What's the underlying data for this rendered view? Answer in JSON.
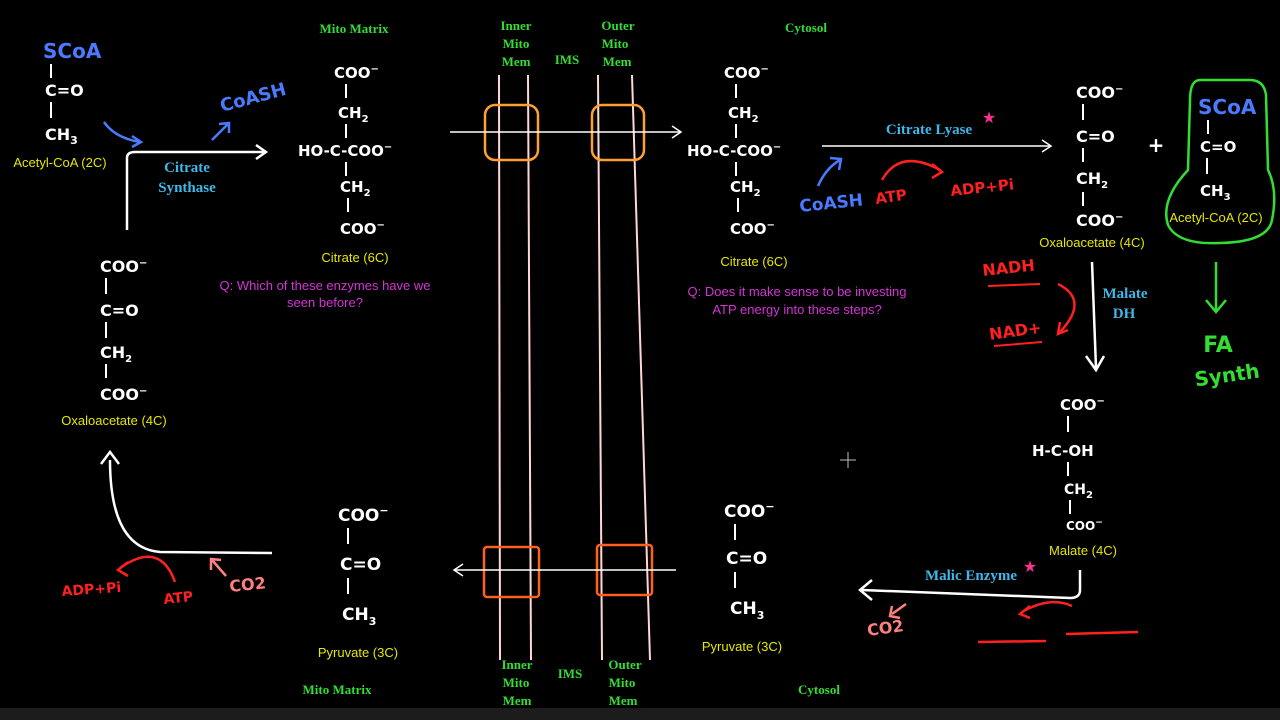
{
  "regions": {
    "mito_matrix_top": "Mito Matrix",
    "cytosol_top": "Cytosol",
    "mito_matrix_bottom": "Mito Matrix",
    "cytosol_bottom": "Cytosol",
    "ims_top": "IMS",
    "ims_bottom": "IMS",
    "inner_mem": [
      "Inner",
      "Mito",
      "Mem"
    ],
    "outer_mem": [
      "Outer",
      "Mito",
      "Mem"
    ]
  },
  "enzymes": {
    "citrate_synthase": [
      "Citrate",
      "Synthase"
    ],
    "citrate_lyase": "Citrate Lyase",
    "malate_dh": [
      "Malate",
      "DH"
    ],
    "malic_enzyme": "Malic Enzyme"
  },
  "molecules": {
    "acetyl_coa_left": "Acetyl-CoA (2C)",
    "citrate_mito": "Citrate (6C)",
    "citrate_cyto": "Citrate (6C)",
    "oaa_cyto": "Oxaloacetate (4C)",
    "acetyl_coa_right": "Acetyl-CoA (2C)",
    "oaa_mito": "Oxaloacetate (4C)",
    "malate": "Malate (4C)",
    "pyruvate_mito": "Pyruvate (3C)",
    "pyruvate_cyto": "Pyruvate (3C)"
  },
  "questions": {
    "q1": [
      "Q: Which of these enzymes have we",
      "seen before?"
    ],
    "q2": [
      "Q: Does it make sense to be investing",
      "ATP energy into these steps?"
    ]
  },
  "handwritten": {
    "scoa": "SCoA",
    "coash_top": "CoASH",
    "coash_cyto": "CoASH",
    "atp_lyase": "ATP",
    "adp_pi_lyase": "ADP+Pi",
    "nadh": "NADH",
    "nad": "NAD+",
    "fa_synth": [
      "FA",
      "Synth"
    ],
    "adp_pi_left": "ADP+Pi",
    "atp_left": "ATP",
    "co2_left": "CO2",
    "co2_right": "CO2",
    "plus": "+",
    "star": "★"
  },
  "colors": {
    "background": "#000000",
    "chalk": "#ffffff",
    "label_yellow": "#e6e600",
    "enzyme_blue": "#3fb8e8",
    "region_green": "#33dd33",
    "question_magenta": "#d633d6",
    "red": "#ff2020",
    "pink": "#ff8080",
    "orange": "#ffa030",
    "coa_blue": "#4a7bff",
    "transporter_orange": "#ff6020",
    "membrane_pink": "#ffd6d6"
  }
}
